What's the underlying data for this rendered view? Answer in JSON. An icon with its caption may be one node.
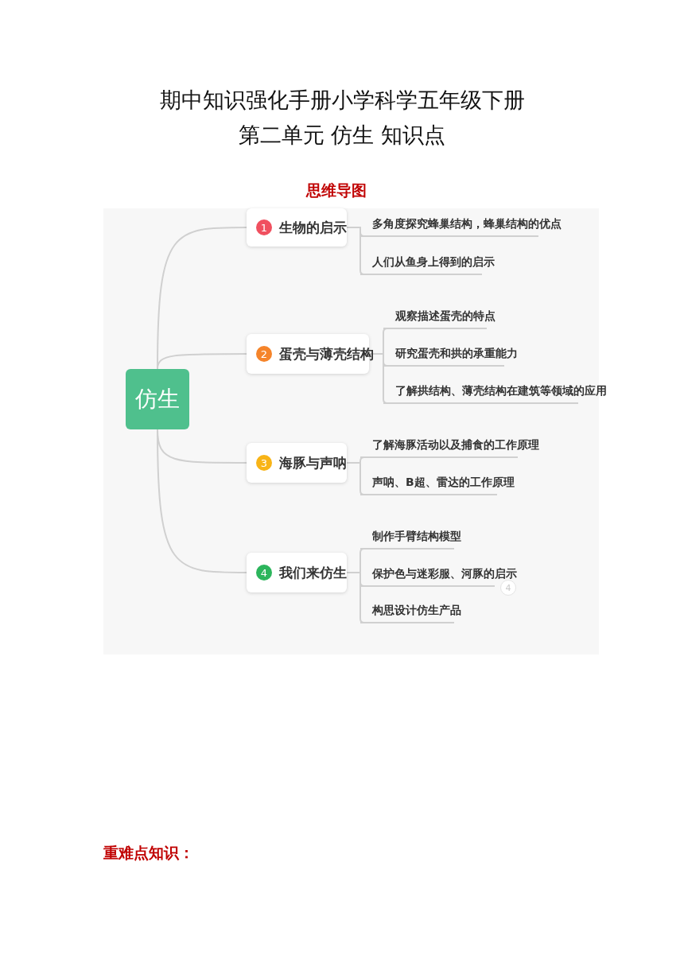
{
  "diagram": {
    "title": "期中知识强化手册小学科学五年级下册",
    "nodes": [
      {
        "text": [
          "仿生"
        ]
      },
      {
        "text": [
          "1",
          "生物的启示"
        ]
      },
      {
        "text": [
          "2",
          "蛋壳与薄壳结构"
        ]
      },
      {
        "text": [
          "3",
          "海豚与声呐"
        ]
      },
      {
        "text": [
          "4",
          "我们来仿生"
        ]
      },
      {
        "text": [
          "多角度探究蜂巢结构，蜂巢结构的优点"
        ]
      },
      {
        "text": [
          "人们从鱼身上得到的启示"
        ]
      },
      {
        "text": [
          "观察描述蛋壳的特点"
        ]
      },
      {
        "text": [
          "研究蛋壳和拱的承重能力"
        ]
      },
      {
        "text": [
          "了解拱结构、薄壳结构在建筑等领域的应用"
        ]
      },
      {
        "text": [
          "了解海豚活动以及捕食的工作原理"
        ]
      },
      {
        "text": [
          "声呐、B超、雷达的工作原理"
        ]
      },
      {
        "text": [
          "制作手臂结构模型"
        ]
      },
      {
        "text": [
          "保护色与迷彩服、河豚的启示"
        ]
      },
      {
        "text": [
          "构思设计仿生产品"
        ]
      }
    ],
    "edges": [
      {
        "from": 0,
        "to": 1,
        "arrow": "none"
      },
      {
        "from": 0,
        "to": 2,
        "arrow": "none"
      },
      {
        "from": 0,
        "to": 3,
        "arrow": "none"
      },
      {
        "from": 0,
        "to": 4,
        "arrow": "none"
      },
      {
        "from": 1,
        "to": 5,
        "arrow": "none"
      },
      {
        "from": 1,
        "to": 6,
        "arrow": "none"
      },
      {
        "from": 2,
        "to": 7,
        "arrow": "none"
      },
      {
        "from": 2,
        "to": 8,
        "arrow": "none"
      },
      {
        "from": 2,
        "to": 9,
        "arrow": "none"
      },
      {
        "from": 3,
        "to": 10,
        "arrow": "none"
      },
      {
        "from": 3,
        "to": 11,
        "arrow": "none"
      },
      {
        "from": 4,
        "to": 12,
        "arrow": "none"
      },
      {
        "from": 4,
        "to": 13,
        "arrow": "none"
      },
      {
        "from": 4,
        "to": 14,
        "arrow": "none"
      }
    ],
    "labels": [
      "第二单元  仿生  知识点",
      "思维导图",
      "4",
      "重难点知识："
    ]
  }
}
